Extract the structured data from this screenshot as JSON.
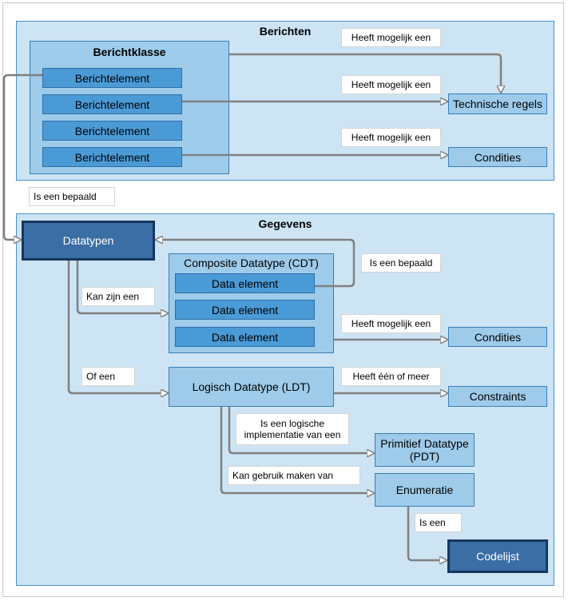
{
  "sections": {
    "berichten": "Berichten",
    "gegevens": "Gegevens"
  },
  "berichtklasse": {
    "title": "Berichtklasse",
    "elements": [
      "Berichtelement",
      "Berichtelement",
      "Berichtelement",
      "Berichtelement"
    ]
  },
  "targets": {
    "technische_regels": "Technische regels",
    "condities_berichten": "Condities",
    "condities_gegevens": "Condities",
    "constraints": "Constraints",
    "pdt": "Primitief Datatype (PDT)",
    "enumeratie": "Enumeratie",
    "codelijst": "Codelijst"
  },
  "datatypen": "Datatypen",
  "cdt": {
    "title": "Composite Datatype (CDT)",
    "elements": [
      "Data element",
      "Data element",
      "Data element"
    ]
  },
  "ldt": "Logisch Datatype (LDT)",
  "labels": {
    "heeft_1": "Heeft mogelijk een",
    "heeft_2": "Heeft mogelijk een",
    "heeft_3": "Heeft mogelijk een",
    "is_een_bepaald_1": "Is een bepaald",
    "is_een_bepaald_2": "Is een bepaald",
    "kan_zijn_een": "Kan zijn een",
    "heeft_4": "Heeft mogelijk een",
    "of_een": "Of een",
    "heeft_een_of_meer": "Heeft één of meer",
    "logische_impl": "Is een logische implementatie van een",
    "kan_gebruik": "Kan gebruik maken van",
    "is_een": "Is een"
  },
  "colors": {
    "section_fill": "#cde4f4",
    "klasse_fill": "#9ecbea",
    "element_fill": "#4a9ad6",
    "dark_fill": "#3a6ea5",
    "connector": "#808080"
  }
}
